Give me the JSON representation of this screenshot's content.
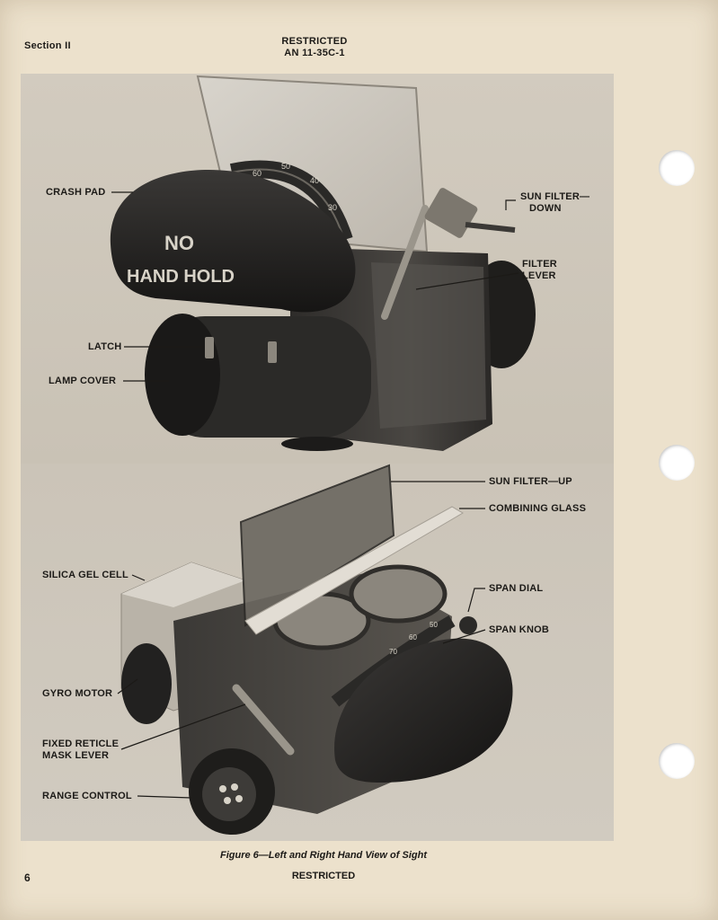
{
  "header": {
    "section": "Section II",
    "classification": "RESTRICTED",
    "doc_number": "AN 11-35C-1"
  },
  "figure_top": {
    "decal_line1": "NO",
    "decal_line2": "HAND HOLD",
    "dial_marks": [
      "60",
      "50",
      "40",
      "30"
    ],
    "labels": {
      "crash_pad": "CRASH PAD",
      "sun_filter_down_line1": "SUN FILTER—",
      "sun_filter_down_line2": "DOWN",
      "filter_lever_line1": "FILTER",
      "filter_lever_line2": "LEVER",
      "latch": "LATCH",
      "lamp_cover": "LAMP COVER"
    }
  },
  "figure_bottom": {
    "dial_marks": [
      "50",
      "60",
      "70"
    ],
    "labels": {
      "sun_filter_up": "SUN FILTER—UP",
      "combining_glass": "COMBINING GLASS",
      "silica_gel_cell": "SILICA GEL CELL",
      "span_dial": "SPAN DIAL",
      "span_knob": "SPAN KNOB",
      "gyro_motor": "GYRO MOTOR",
      "fixed_reticle_line1": "FIXED RETICLE",
      "fixed_reticle_line2": "MASK LEVER",
      "range_control": "RANGE CONTROL"
    }
  },
  "caption": "Figure 6—Left and Right Hand View of Sight",
  "footer": {
    "page_number": "6",
    "classification": "RESTRICTED"
  }
}
